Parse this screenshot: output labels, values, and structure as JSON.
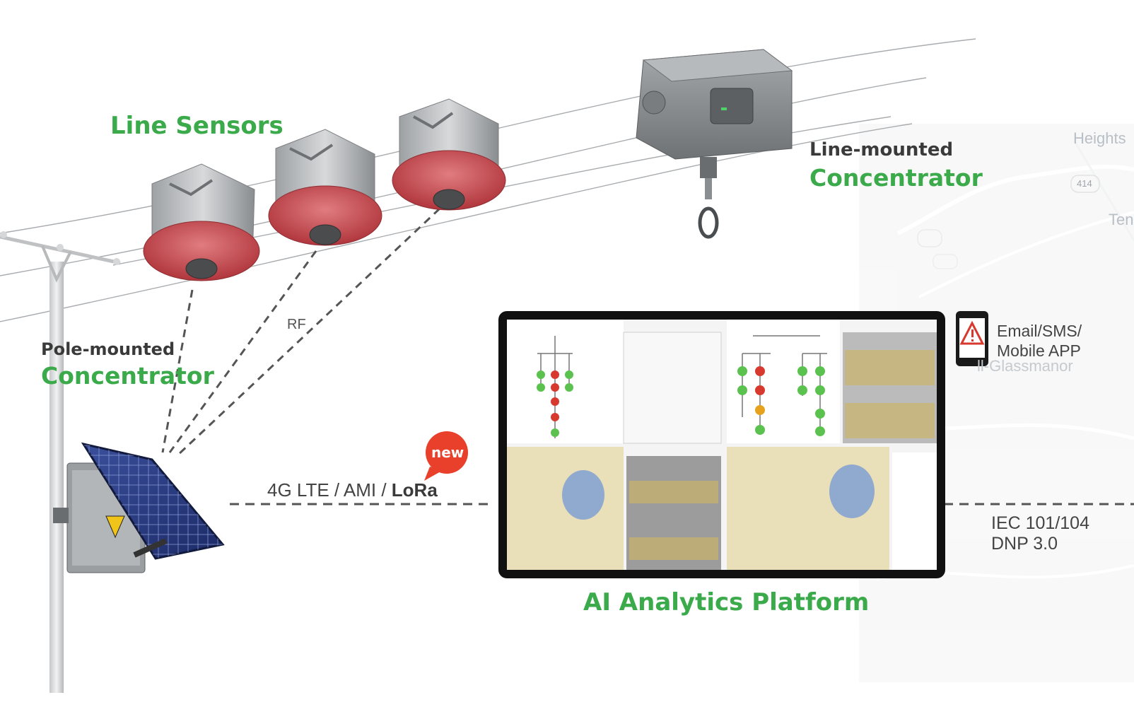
{
  "labels": {
    "line_sensors": "Line Sensors",
    "pole_mounted_line1": "Pole-mounted",
    "pole_mounted_line2": "Concentrator",
    "line_mounted_line1": "Line-mounted",
    "line_mounted_line2": "Concentrator",
    "rf": "RF",
    "comm_prefix": "4G LTE / AMI / ",
    "comm_lora": "LoRa",
    "new_badge": "new",
    "platform": "AI Analytics Platform",
    "alerts_line1": "Email/SMS/",
    "alerts_line2": "Mobile APP",
    "protocols_line1": "IEC 101/104",
    "protocols_line2": "DNP 3.0"
  },
  "map_labels": {
    "heights": "Heights",
    "route_414": "414",
    "ten": "Ten",
    "glassmanor": "ll-Glassmanor"
  },
  "colors": {
    "accent_green": "#3aaa4a",
    "badge_red": "#e8402a",
    "sensor_red": "#c8454a",
    "device_gray": "#8c8f92"
  }
}
